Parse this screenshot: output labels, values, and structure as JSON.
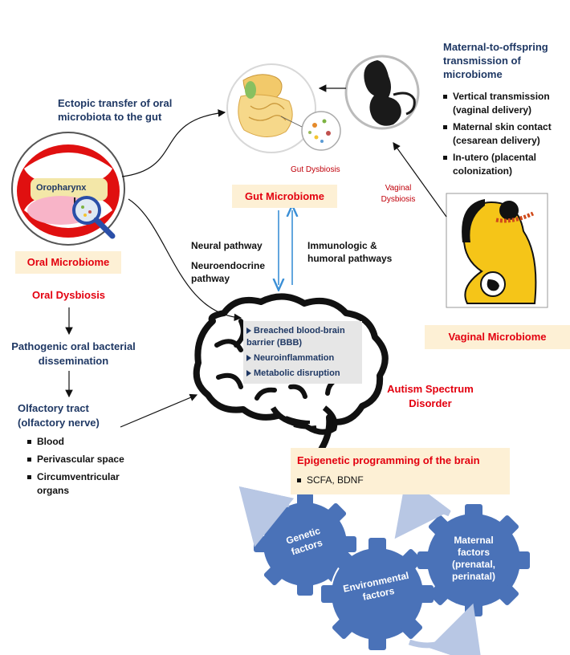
{
  "maternal_title": "Maternal-to-offspring transmission of microbiome",
  "maternal_items": [
    "Vertical transmission (vaginal delivery)",
    "Maternal skin contact (cesarean delivery)",
    "In-utero (placental colonization)"
  ],
  "ectopic_label": "Ectopic transfer of oral microbiota to the gut",
  "gut_dysbiosis": "Gut Dysbiosis",
  "gut_microbiome": "Gut Microbiome",
  "vaginal_dysbiosis": "Vaginal Dysbiosis",
  "oropharynx": "Oropharynx",
  "oral_microbiome": "Oral Microbiome",
  "neural_pathway": "Neural pathway",
  "neuroendocrine_pathway": "Neuroendocrine pathway",
  "immunologic_pathways": "Immunologic & humoral pathways",
  "oral_dysbiosis": "Oral Dysbiosis",
  "pathogenic_dissemination": "Pathogenic oral bacterial dissemination",
  "olfactory_tract": "Olfactory tract (olfactory nerve)",
  "olfactory_items": [
    "Blood",
    "Perivascular space",
    "Circumventricular organs"
  ],
  "brain_effects": [
    "Breached blood-brain barrier (BBB)",
    "Neuroinflammation",
    "Metabolic disruption"
  ],
  "vaginal_microbiome": "Vaginal Microbiome",
  "autism": "Autism Spectrum Disorder",
  "epigenetic_title": "Epigenetic programming of the brain",
  "epigenetic_items": [
    "SCFA, BDNF"
  ],
  "gear_genetic": "Genetic factors",
  "gear_environmental": "Environmental factors",
  "gear_maternal": "Maternal factors (prenatal, perinatal)",
  "colors": {
    "navy": "#1f3864",
    "red": "#e3000f",
    "gear": "#4a72b8",
    "box": "#fdf0d5"
  }
}
